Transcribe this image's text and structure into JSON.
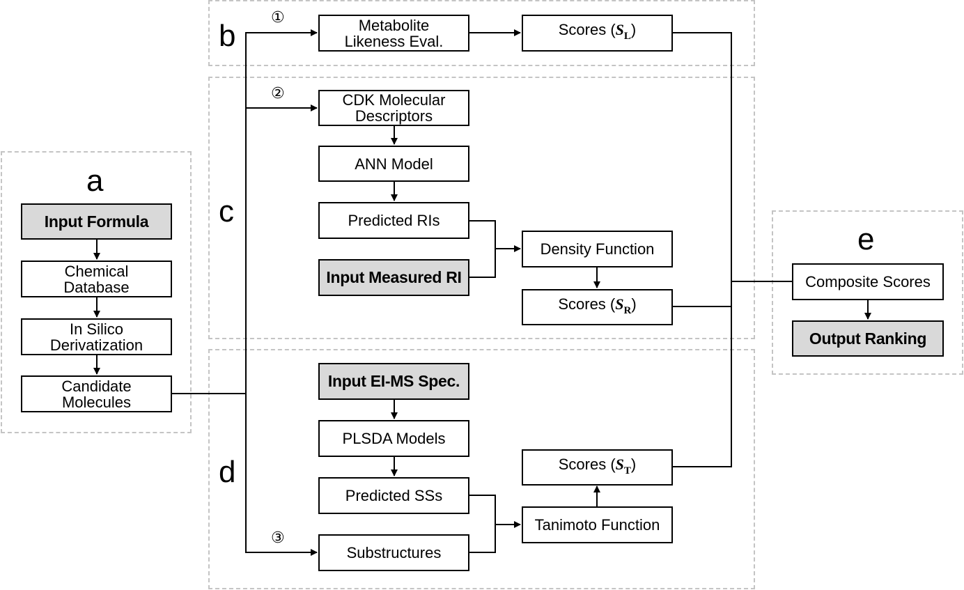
{
  "sections": {
    "a": "a",
    "b": "b",
    "c": "c",
    "d": "d",
    "e": "e"
  },
  "path_markers": {
    "one": "①",
    "two": "②",
    "three": "③"
  },
  "nodes": {
    "input_formula": "Input Formula",
    "chemical_database": [
      "Chemical",
      "Database"
    ],
    "in_silico_derivatization": [
      "In Silico",
      "Derivatization"
    ],
    "candidate_molecules": [
      "Candidate",
      "Molecules"
    ],
    "metabolite_likeness": [
      "Metabolite",
      "Likeness Eval."
    ],
    "scores_l": {
      "prefix": "Scores (",
      "var": "S",
      "sub": "L",
      "suffix": ")"
    },
    "cdk_descriptors": [
      "CDK Molecular",
      "Descriptors"
    ],
    "ann_model": "ANN Model",
    "predicted_ris": "Predicted RIs",
    "input_measured_ri": "Input Measured RI",
    "density_function": "Density Function",
    "scores_r": {
      "prefix": "Scores (",
      "var": "S",
      "sub": "R",
      "suffix": ")"
    },
    "input_eims": "Input EI-MS Spec.",
    "plsda_models": "PLSDA Models",
    "predicted_sss": "Predicted SSs",
    "substructures": "Substructures",
    "tanimoto_function": "Tanimoto Function",
    "scores_t": {
      "prefix": "Scores (",
      "var": "S",
      "sub": "T",
      "suffix": ")"
    },
    "composite_scores": "Composite Scores",
    "output_ranking": "Output Ranking"
  },
  "colors": {
    "input_fill": "#d9d9d9",
    "region_border": "#c4c4c4",
    "line": "#000000"
  }
}
